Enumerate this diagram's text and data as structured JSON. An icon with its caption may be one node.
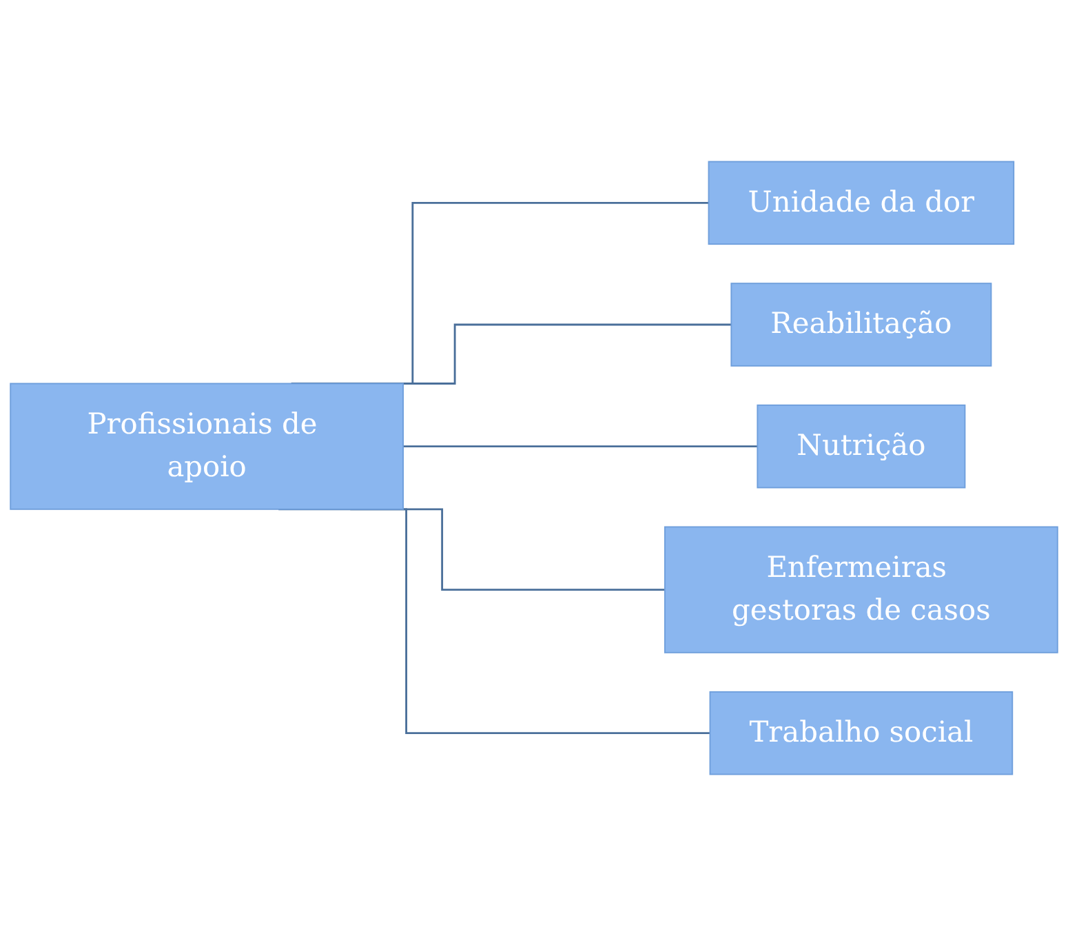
{
  "diagram": {
    "nodes": [
      {
        "text": [
          "Profissionais de apoio"
        ]
      },
      {
        "text": [
          "Unidade da dor"
        ]
      },
      {
        "text": [
          "Reabilitação"
        ]
      },
      {
        "text": [
          "Nutrição"
        ]
      },
      {
        "text": [
          "Enfermeiras gestoras de casos"
        ]
      },
      {
        "text": [
          "Trabalho social"
        ]
      }
    ],
    "edges": [
      {
        "from": 0,
        "to": 1,
        "arrow": "none"
      },
      {
        "from": 0,
        "to": 2,
        "arrow": "none"
      },
      {
        "from": 0,
        "to": 3,
        "arrow": "none"
      },
      {
        "from": 0,
        "to": 4,
        "arrow": "none"
      },
      {
        "from": 0,
        "to": 5,
        "arrow": "none"
      }
    ]
  }
}
